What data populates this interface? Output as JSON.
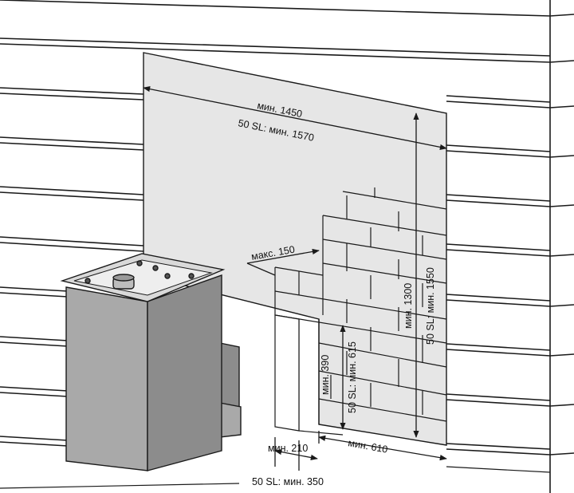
{
  "diagram": {
    "labels": {
      "width_min": "мин. 1450",
      "width_50sl": "50 SL: мин. 1570",
      "overhang_max": "макс. 150",
      "height_min": "мин. 1300",
      "height_50sl": "50 SL: мин. 1550",
      "opening_min": "мин. 390",
      "opening_50sl": "50 SL: мин. 615",
      "floor_depth_min": "мин. 610",
      "gap_min": "мин. 210",
      "gap_50sl": "50 SL: мин. 350"
    },
    "colors": {
      "line": "#1a1a1a",
      "panel": "#e6e6e6",
      "stove": "#a9a9a9",
      "stove_dark": "#8c8c8c",
      "top": "#d9d9d9",
      "wall": "#ffffff"
    }
  }
}
